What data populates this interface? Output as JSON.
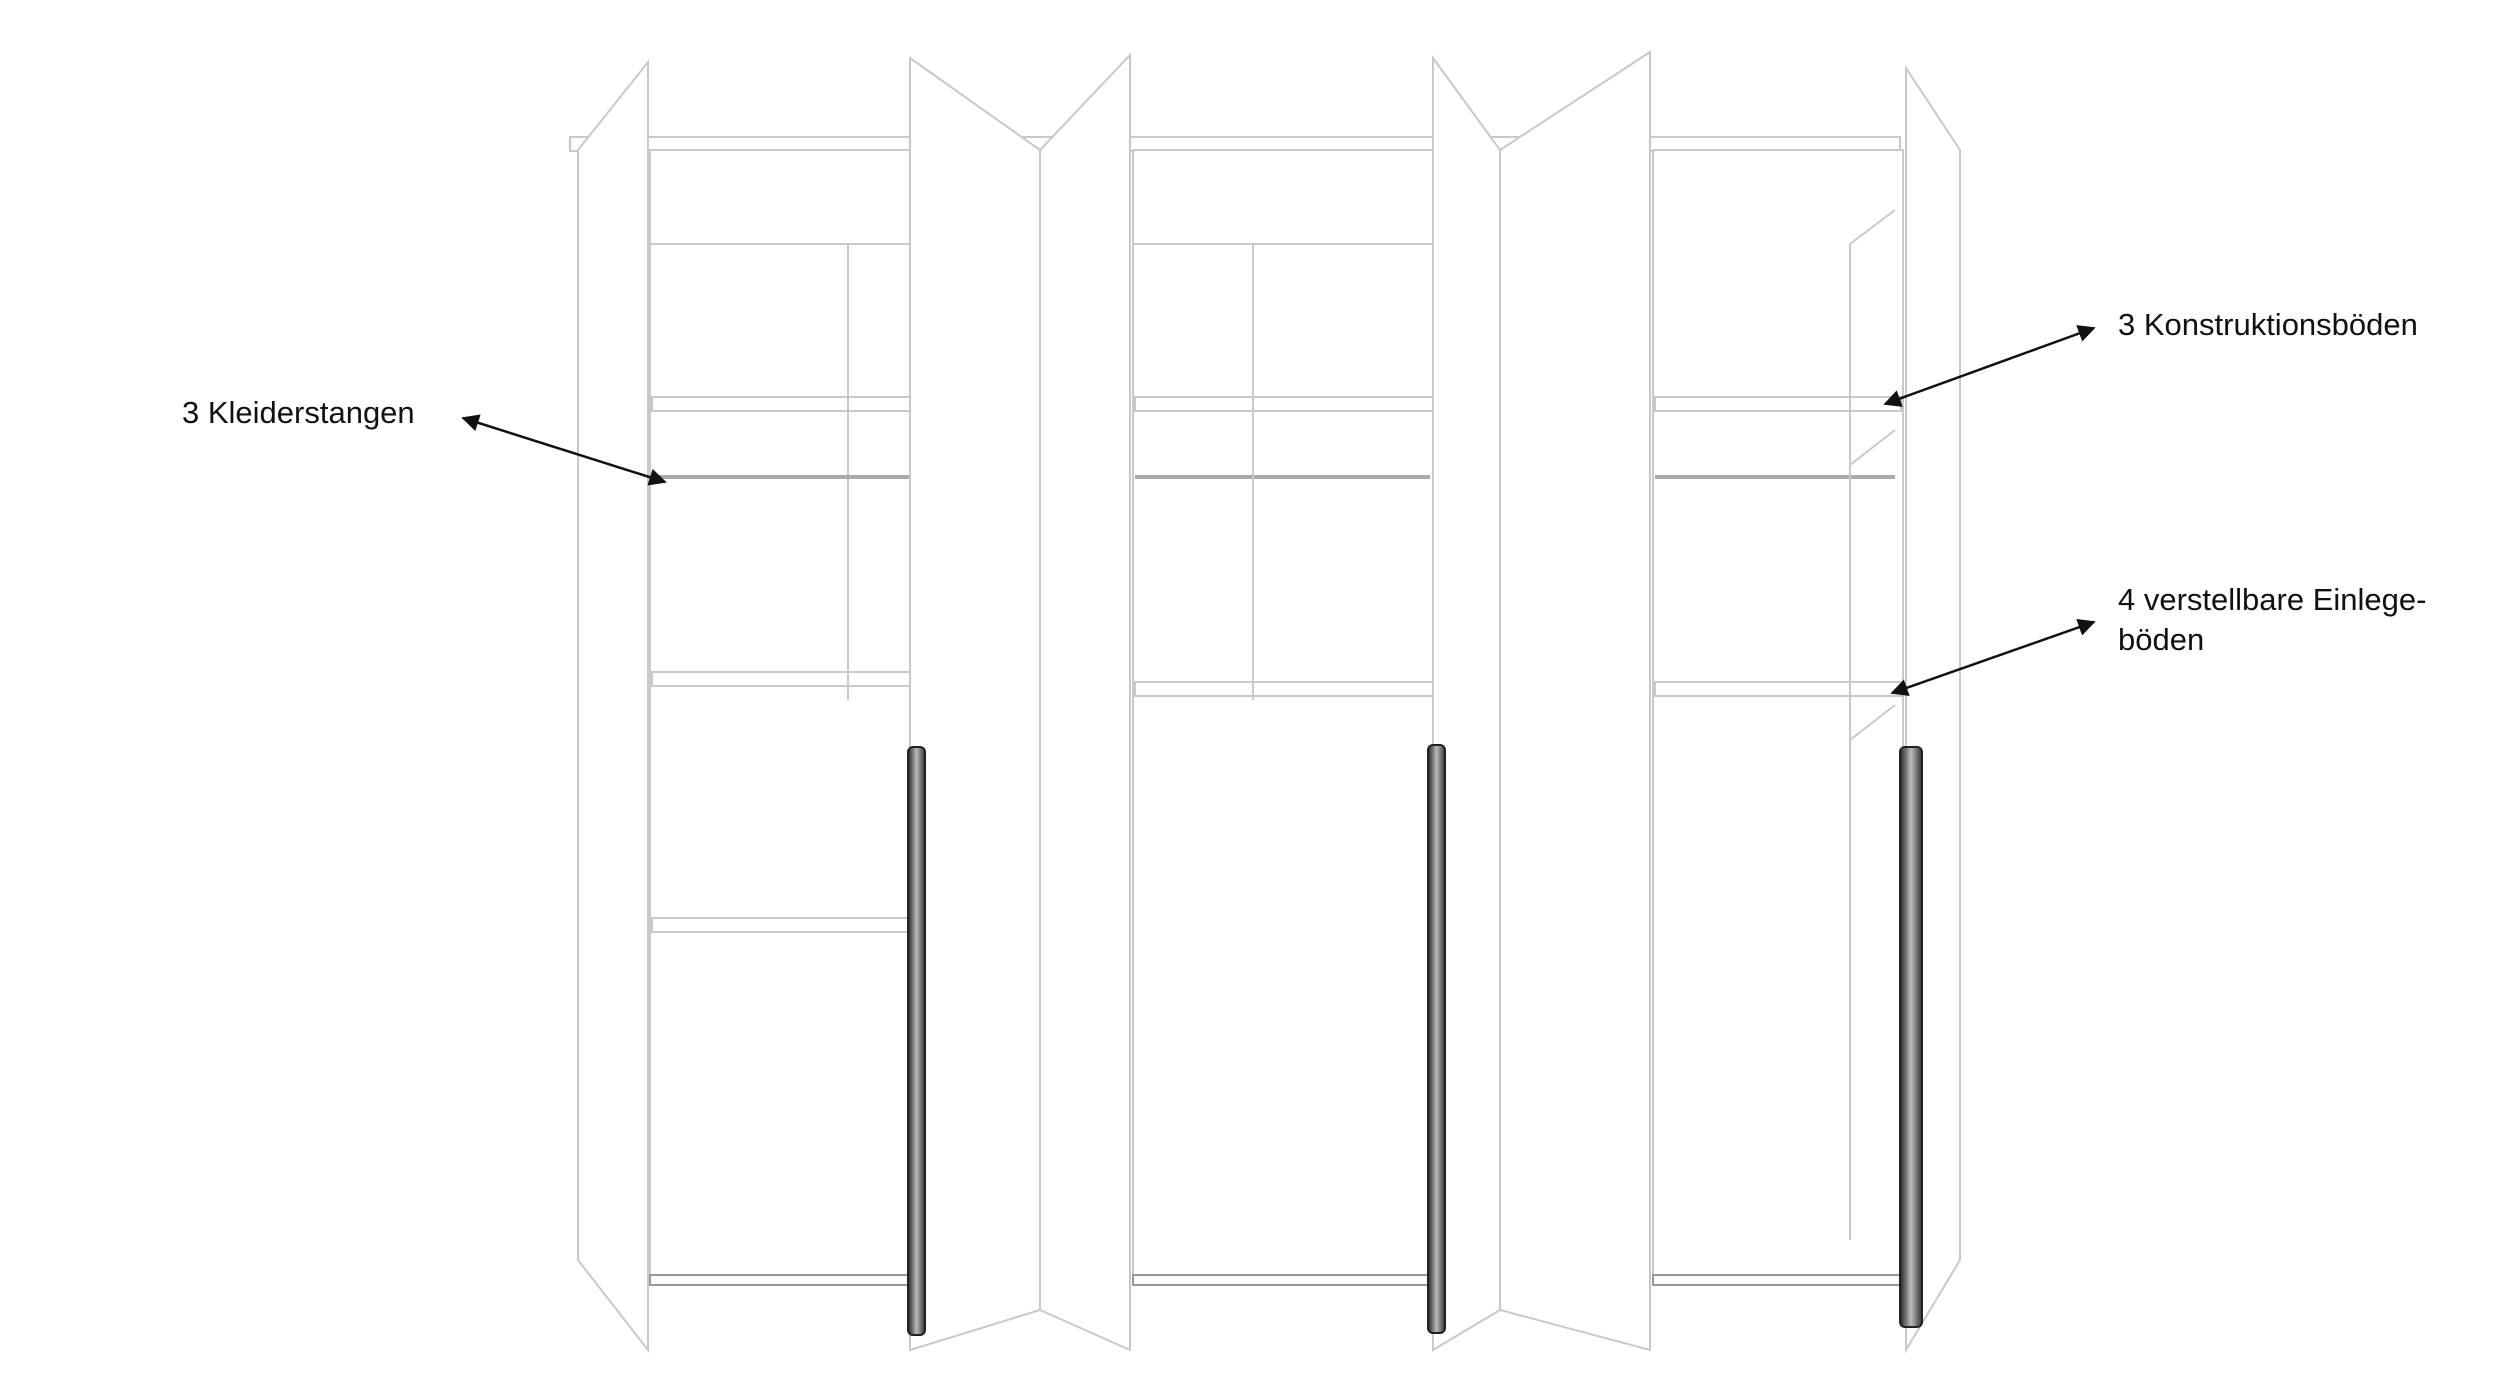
{
  "diagram": {
    "subject": "Wardrobe with 6 open doors (line drawing)",
    "annotations": [
      {
        "id": "kleiderstangen",
        "text": "3 Kleiderstangen"
      },
      {
        "id": "konstruktionsboeden",
        "text": "3 Konstruktionsböden"
      },
      {
        "id": "einlegeboeden",
        "line1": "4 verstellbare Einlege-",
        "line2": "böden"
      }
    ],
    "colors": {
      "line": "#c8c8c8",
      "arrow": "#111111",
      "handle": "#3a3a3a",
      "background": "#ffffff"
    }
  }
}
